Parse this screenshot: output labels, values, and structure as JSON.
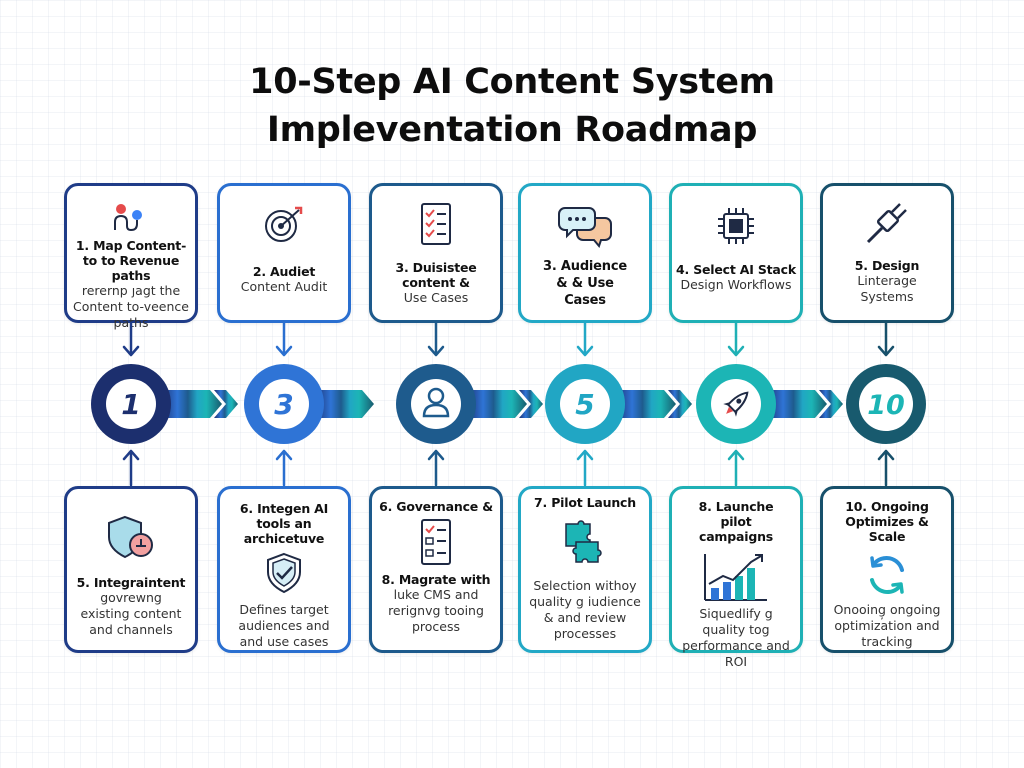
{
  "title": {
    "line1": "10-Step AI Content System",
    "line2": "Impleventation Roadmap"
  },
  "top_cards": [
    {
      "heading": "1. Map Content-to to Revenue paths",
      "desc": "rerernp ȷagt the Content to-veence paths",
      "icon": "journey-path-icon",
      "color": "#1f3c88"
    },
    {
      "heading": "2. Audiet",
      "desc": "Content Audit",
      "icon": "target-icon",
      "color": "#2a6fd0"
    },
    {
      "heading": "3. Duisistee content &",
      "desc": "Use Cases",
      "icon": "checklist-icon",
      "color": "#1d5a8c"
    },
    {
      "heading": "3. Audience & & Use Cases",
      "desc": "",
      "icon": "chat-bubbles-icon",
      "color": "#22a8c6"
    },
    {
      "heading": "4. Select AI Stack",
      "desc": "Design Workflows",
      "icon": "chip-icon",
      "color": "#1fb0b5"
    },
    {
      "heading": "5. Design",
      "desc": "Linterage Systems",
      "icon": "plug-icon",
      "color": "#17506b"
    }
  ],
  "milestones": [
    {
      "label": "1",
      "color": "#1c2f6e"
    },
    {
      "label": "3",
      "color": "#2f74d6"
    },
    {
      "label": "",
      "icon": "person-icon",
      "color": "#1e5b8d"
    },
    {
      "label": "5",
      "color": "#21a6c4"
    },
    {
      "label": "",
      "icon": "rocket-icon",
      "color": "#1cb5b5"
    },
    {
      "label": "10",
      "color": "#185a6e"
    }
  ],
  "bottom_cards": [
    {
      "heading": "5. Integraintent",
      "pre": "",
      "desc": "govrewng existing content and channels",
      "icon": "shield-settings-icon",
      "color": "#1f3c88"
    },
    {
      "heading": "",
      "pre": "6. Integen AI tools an archicetuve",
      "desc": "Defines target audiences and and use cases",
      "icon": "shield-check-icon",
      "color": "#2a6fd0"
    },
    {
      "heading": "8. Magrate with",
      "pre": "6. Governance &",
      "desc": "luke CMS and rerignvg tooing process",
      "icon": "checklist-icon",
      "color": "#1d5a8c"
    },
    {
      "heading": "",
      "pre": "7. Pilot Launch",
      "desc": "Selection withoy quality g iudience & and review processes",
      "icon": "puzzle-icon",
      "color": "#22a8c6"
    },
    {
      "heading": "",
      "pre": "8. Launche pilot campaigns",
      "desc": "Siquedlify g quality tog performance and ROI",
      "icon": "growth-chart-icon",
      "color": "#1fb0b5"
    },
    {
      "heading": "",
      "pre": "10. Ongoing Optimizes & Scale",
      "desc": "Onooing̦ ongoing optimization and tracking",
      "icon": "refresh-icon",
      "color": "#17506b"
    }
  ]
}
